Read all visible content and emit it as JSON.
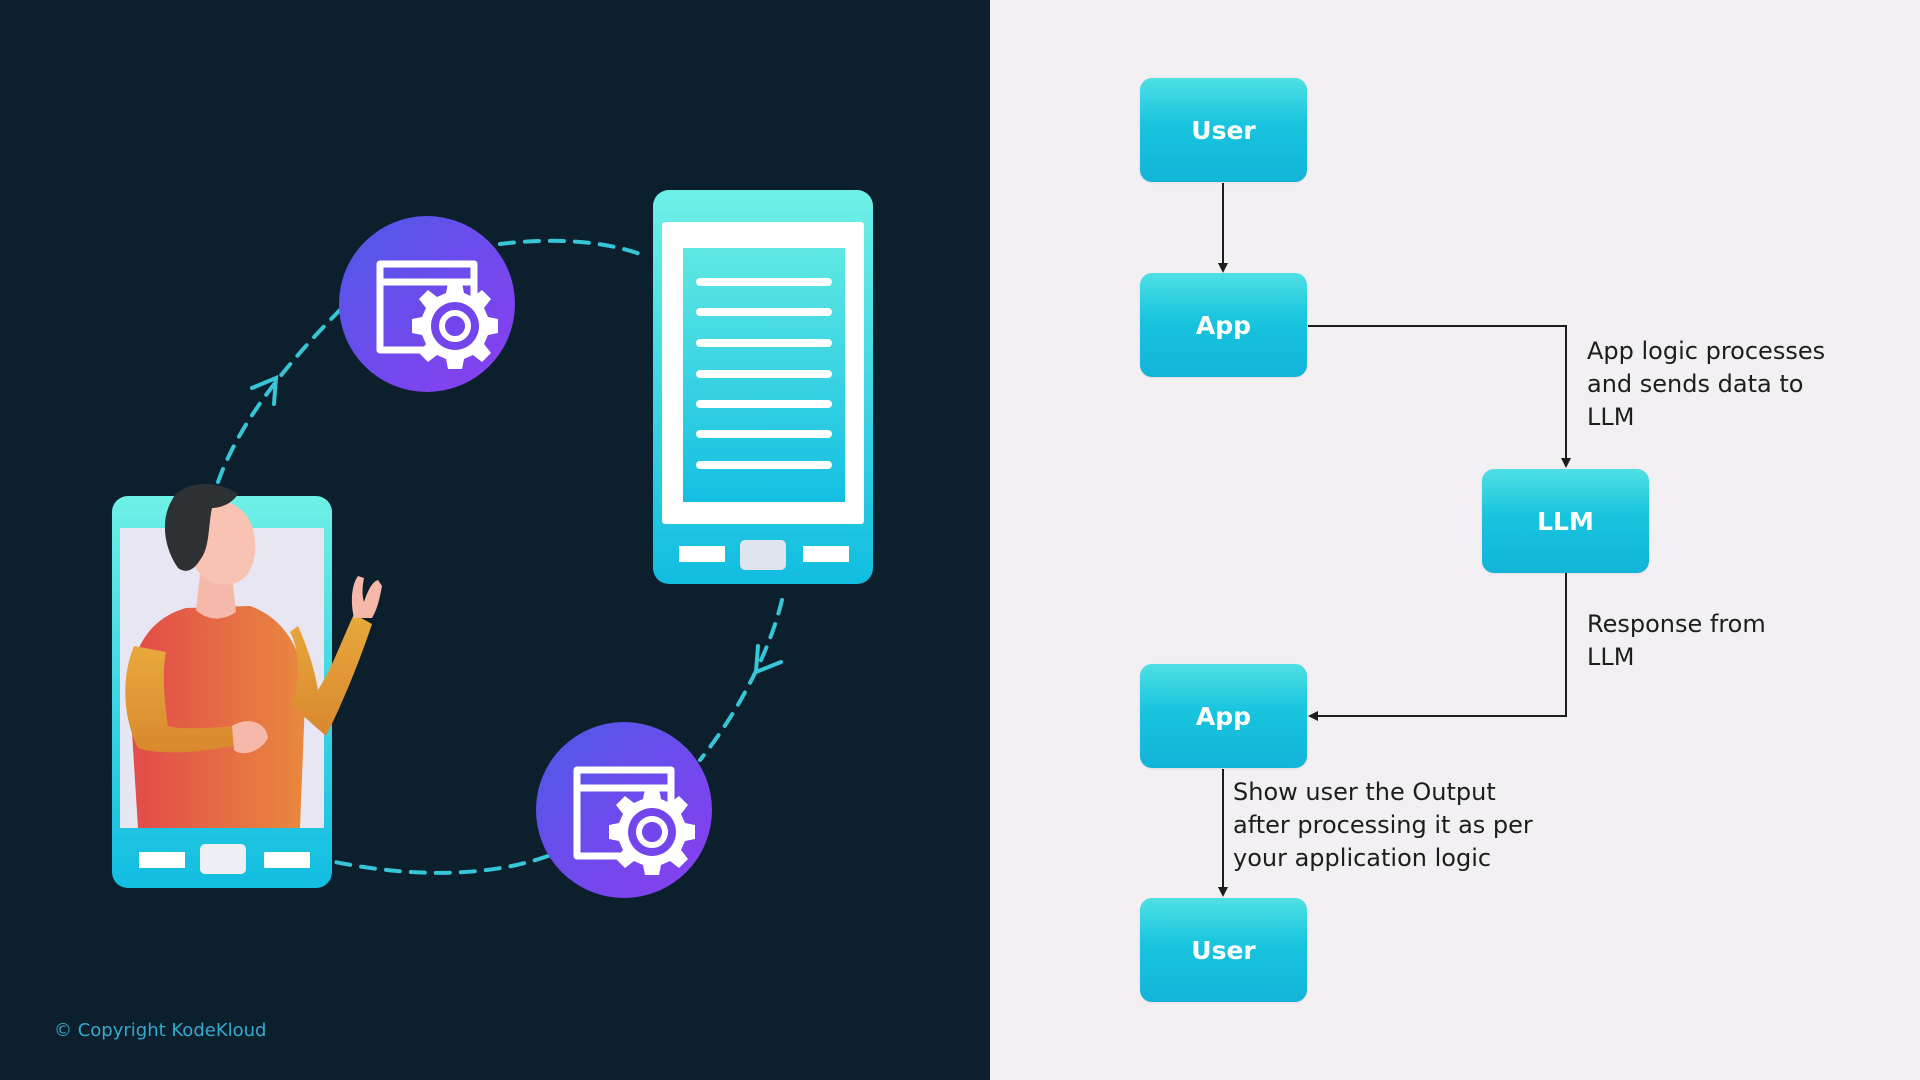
{
  "copyright": "© Copyright KodeKloud",
  "flow": {
    "nodes": {
      "user_top": "User",
      "app_top": "App",
      "llm": "LLM",
      "app_bottom": "App",
      "user_bottom": "User"
    },
    "notes": {
      "app_to_llm": [
        "App logic processes",
        "and sends data to",
        "LLM"
      ],
      "llm_response": [
        "Response from",
        "LLM"
      ],
      "show_output": [
        "Show user the Output",
        "after processing it as per",
        "your application logic"
      ]
    }
  },
  "colors": {
    "left_background": "#0c1f2d",
    "right_background": "#f2f0f3",
    "node_fill": "#18c4de",
    "dashed_path": "#36c6d8",
    "gear_circle": "#6a45e6"
  },
  "icons": [
    "person-illustration",
    "phone-device",
    "tablet-device",
    "settings-window-icon",
    "settings-window-icon"
  ]
}
